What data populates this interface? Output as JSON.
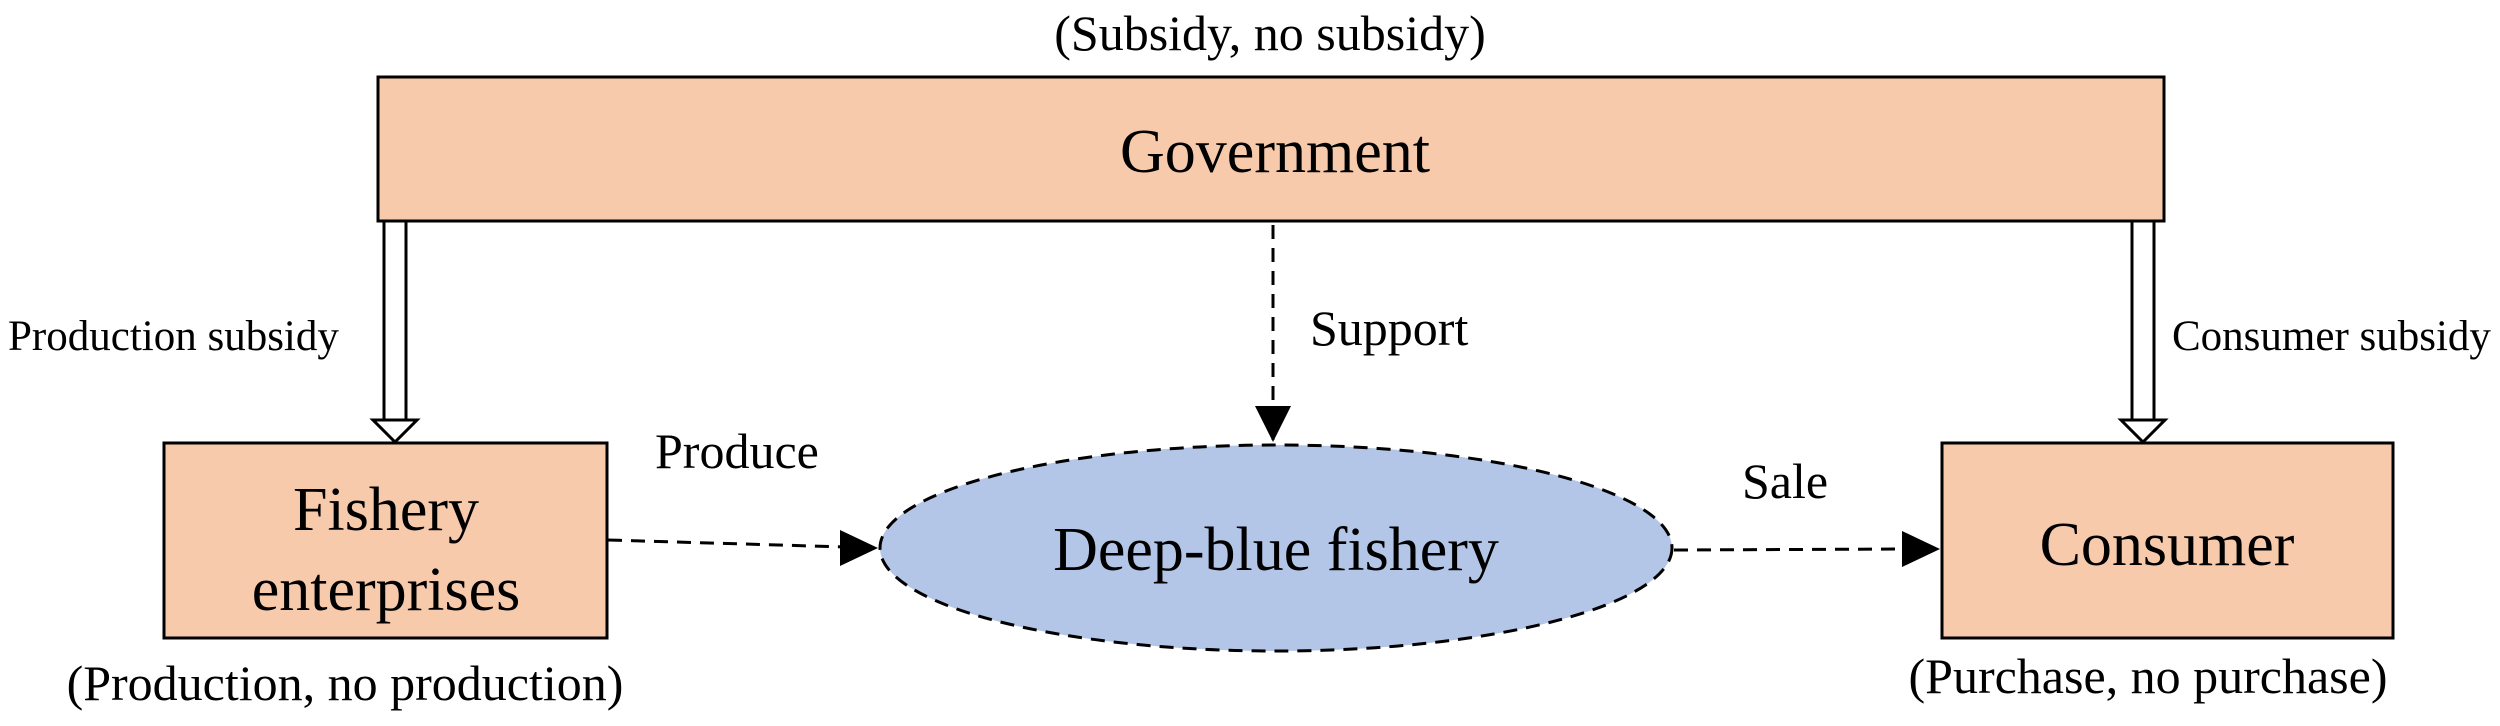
{
  "diagram": {
    "government": {
      "label": "Government",
      "strategy": "(Subsidy, no subsidy)"
    },
    "fishery_enterprises": {
      "label_line1": "Fishery",
      "label_line2": "enterprises",
      "strategy": "(Production, no production)"
    },
    "deep_blue_fishery": {
      "label": "Deep-blue fishery"
    },
    "consumer": {
      "label": "Consumer",
      "strategy": "(Purchase, no purchase)"
    },
    "edges": {
      "production_subsidy": "Production subsidy",
      "consumer_subsidy": "Consumer subsidy",
      "support": "Support",
      "produce": "Produce",
      "sale": "Sale"
    },
    "colors": {
      "box_fill": "#f7caac",
      "ellipse_fill": "#b4c6e7",
      "stroke": "#000000"
    }
  }
}
